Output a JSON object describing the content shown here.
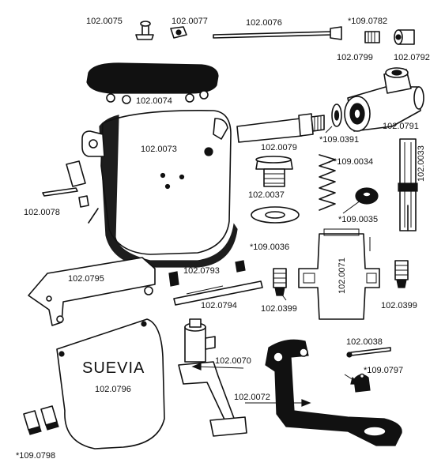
{
  "parts": {
    "p0075": "102.0075",
    "p0077": "102.0077",
    "p0076": "102.0076",
    "p0782": "*109.0782",
    "p0799": "102.0799",
    "p0792": "102.0792",
    "p0074": "102.0074",
    "p0791": "102.0791",
    "p0073": "102.0073",
    "p0079": "102.0079",
    "p0391": "*109.0391",
    "p0034": "*109.0034",
    "p0033": "102.0033",
    "p0037": "102.0037",
    "p0078": "102.0078",
    "p0035": "*109.0035",
    "p0036": "*109.0036",
    "p0071": "102.0071",
    "p0795": "102.0795",
    "p0793": "102.0793",
    "p0794": "102.0794",
    "p0399a": "102.0399",
    "p0399b": "102.0399",
    "p0070": "102.0070",
    "p0038": "102.0038",
    "p0797": "*109.0797",
    "p0796": "102.0796",
    "p0072": "102.0072",
    "p0798": "*109.0798"
  },
  "brand_text": "SUEVIA"
}
